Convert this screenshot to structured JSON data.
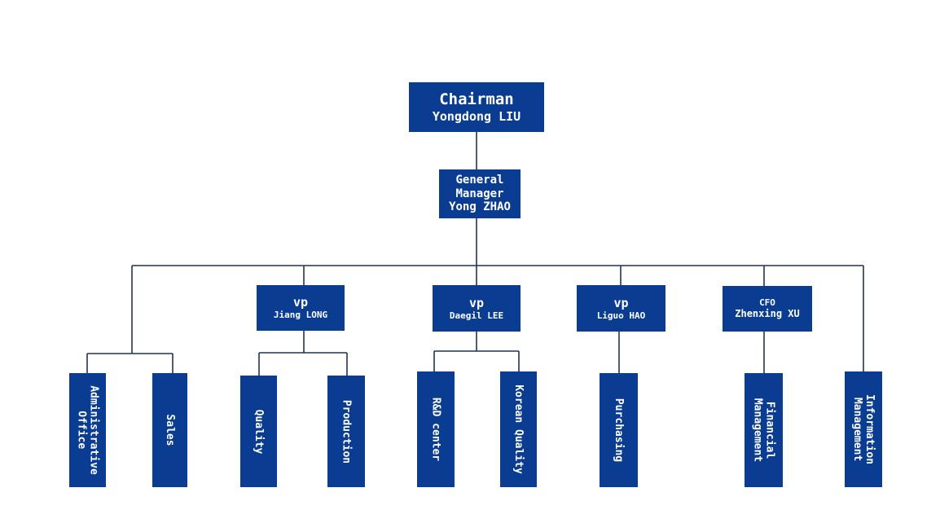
{
  "chairman": {
    "title": "Chairman",
    "name": "Yongdong LIU"
  },
  "general_manager": {
    "line1": "General",
    "line2": "Manager",
    "name": "Yong ZHAO"
  },
  "executives": [
    {
      "title": "vp",
      "name": "Jiang LONG"
    },
    {
      "title": "vp",
      "name": "Daegil LEE"
    },
    {
      "title": "vp",
      "name": "Liguo HAO"
    },
    {
      "title": "CFO",
      "name": "Zhenxing XU"
    }
  ],
  "departments": [
    {
      "lines": [
        "Administrative",
        "Office"
      ]
    },
    {
      "lines": [
        "Sales"
      ]
    },
    {
      "lines": [
        "Quality"
      ]
    },
    {
      "lines": [
        "Production"
      ]
    },
    {
      "lines": [
        "R&D center"
      ]
    },
    {
      "lines": [
        "Korean Quality"
      ]
    },
    {
      "lines": [
        "Purchasing"
      ]
    },
    {
      "lines": [
        "Financial",
        "Management"
      ]
    },
    {
      "lines": [
        "Information",
        "Management"
      ]
    }
  ],
  "colors": {
    "box": "#0a3d91",
    "line": "#1f3550",
    "text": "#ffffff"
  }
}
